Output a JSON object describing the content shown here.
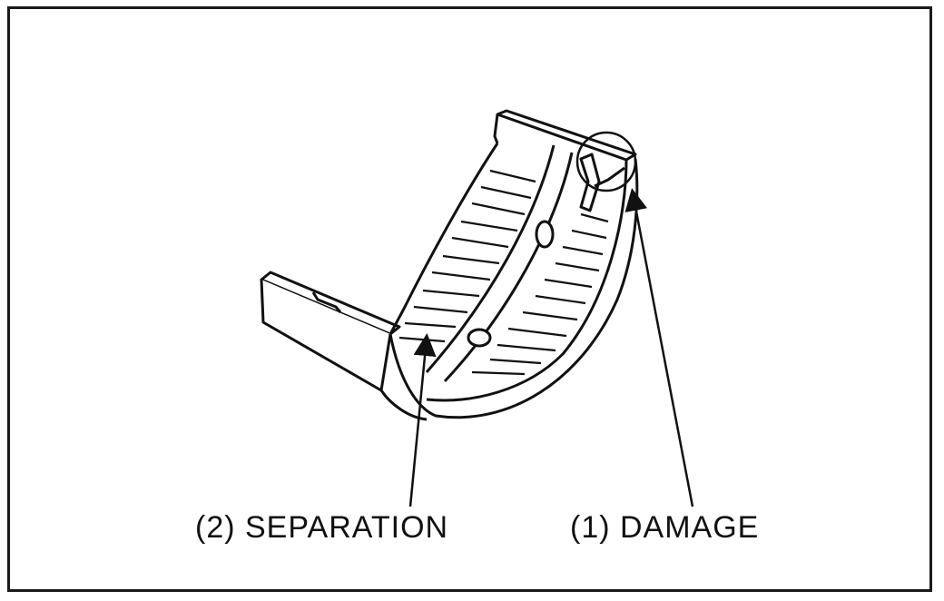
{
  "labels": {
    "separation": "(2) SEPARATION",
    "damage": "(1) DAMAGE"
  },
  "colors": {
    "ink": "#111111",
    "paper": "#ffffff"
  },
  "icons": {
    "bearing": "bearing-shell-illustration",
    "damage_marker": "circle-highlight",
    "arrows": "leader-arrow"
  }
}
